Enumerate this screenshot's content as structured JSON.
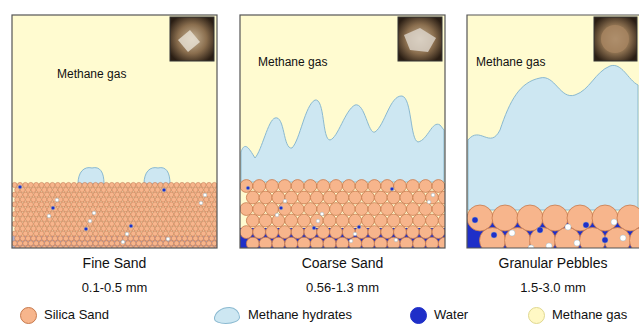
{
  "diagram": {
    "nodes": [
      {
        "text": [
          "Methane gas",
          "Fine Sand",
          "0.1-0.5 mm"
        ]
      },
      {
        "text": [
          "Methane gas",
          "Coarse Sand",
          "0.56-1.3 mm"
        ]
      },
      {
        "text": [
          "Methane gas",
          "Granular Pebbles",
          "1.5-3.0 mm"
        ]
      }
    ],
    "legend": [
      {
        "text": "Silica Sand",
        "color": "#f7b58c"
      },
      {
        "text": "Methane hydrates",
        "color": "#cde7f2"
      },
      {
        "text": "Water",
        "color": "#1f2fc8"
      },
      {
        "text": "Methane gas",
        "color": "#fff8c4"
      }
    ]
  }
}
